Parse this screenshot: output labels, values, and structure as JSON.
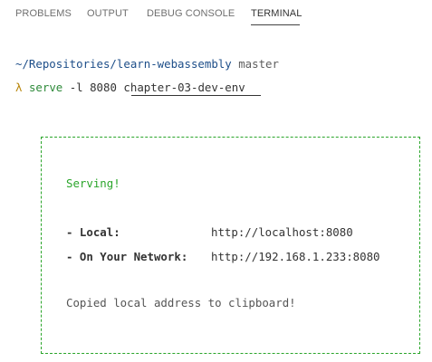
{
  "panel": {
    "tabs": [
      {
        "label": "PROBLEMS"
      },
      {
        "label": "OUTPUT"
      },
      {
        "label": "DEBUG CONSOLE"
      },
      {
        "label": "TERMINAL"
      }
    ],
    "active_tab": "TERMINAL"
  },
  "terminal": {
    "cwd": "~/Repositories/learn-webassembly",
    "branch": "master",
    "prompt_symbol": "λ",
    "command": "serve",
    "args": "-l 8080",
    "input_text": "chapter-03-dev-env",
    "box": {
      "serving": "Serving!",
      "local_label": "- Local:",
      "local_url": "http://localhost:8080",
      "network_label": "- On Your Network:",
      "network_url": "http://192.168.1.233:8080",
      "copied": "Copied local address to clipboard!"
    }
  },
  "colors": {
    "accent_green": "#2aa52a",
    "path_blue": "#1d4e89",
    "prompt_gold": "#b8860b"
  }
}
